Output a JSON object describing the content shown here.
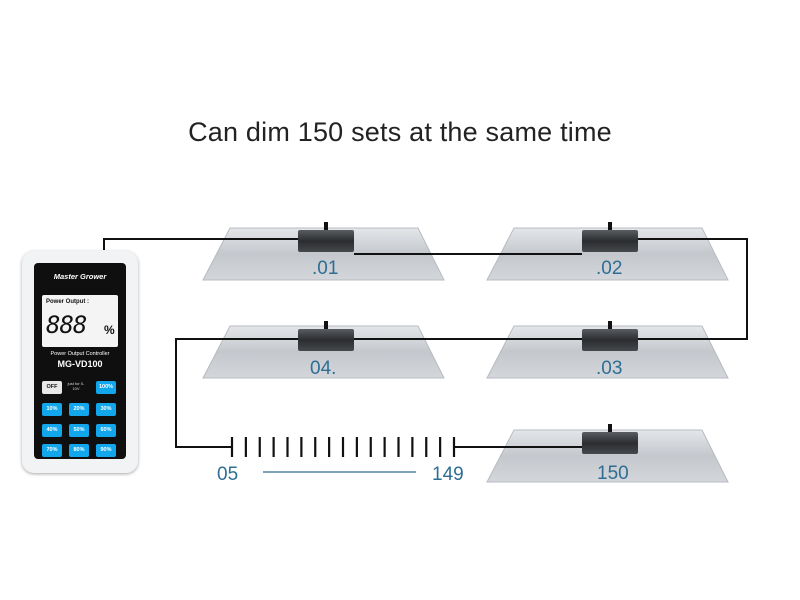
{
  "title": "Can dim 150 sets at the same time",
  "lamps": [
    {
      "label": ".01"
    },
    {
      "label": ".02"
    },
    {
      "label": "04."
    },
    {
      "label": ".03"
    },
    {
      "label": "150"
    }
  ],
  "range": {
    "start": "05",
    "end": "149"
  },
  "controller": {
    "brand": "Master Grower",
    "screen_label": "Power Output :",
    "screen_value": "888",
    "screen_unit": "%",
    "subtitle": "Power Output Controller",
    "model": "MG-VD100",
    "off_label": "OFF",
    "note": "just for 0-10V",
    "buttons": [
      "100%",
      "10%",
      "20%",
      "30%",
      "40%",
      "50%",
      "60%",
      "70%",
      "80%",
      "90%"
    ]
  },
  "colors": {
    "cable": "#111111",
    "label": "#2e6e93",
    "button": "#12a6ec",
    "panel": "#c9cdd2"
  }
}
